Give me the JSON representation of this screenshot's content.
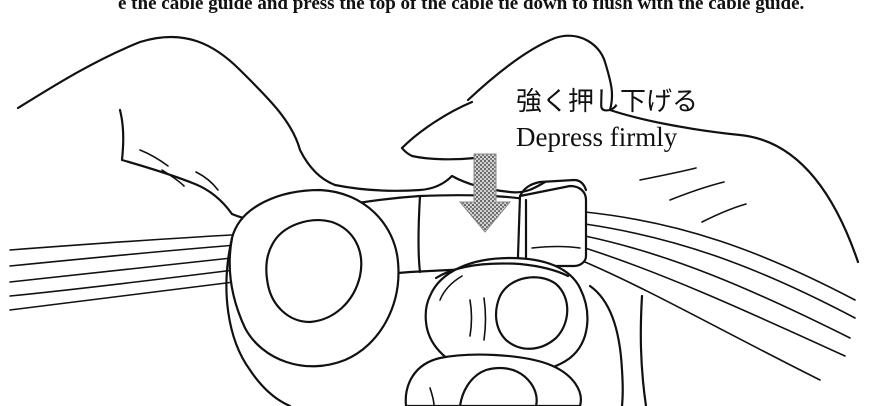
{
  "top_text_fragment": "e the cable guide and press the top of the cable tie down to flush with the cable guide.",
  "label_jp": "強く押し下げる",
  "label_en": "Depress firmly",
  "icons": {
    "arrow": "down-arrow-icon"
  },
  "colors": {
    "ink": "#111111",
    "arrow_light": "#cfcfcf",
    "arrow_dark": "#6a6a6a",
    "background": "#ffffff"
  }
}
